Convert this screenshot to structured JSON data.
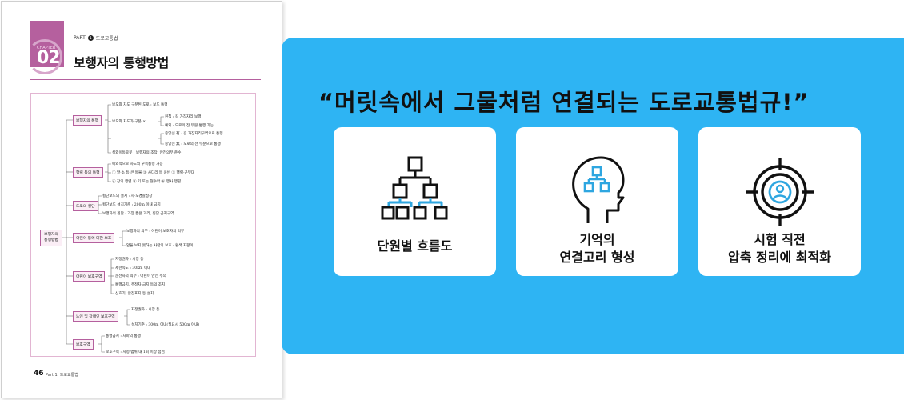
{
  "book": {
    "part_label": "PART",
    "part_number": "1",
    "part_name": "도로교통법",
    "chapter_sub": "CHAPTER",
    "chapter_number": "02",
    "chapter_title": "보행자의 통행방법",
    "page_number": "46",
    "footer_text": "Part 1. 도로교통법",
    "tree": {
      "root": "보행자의 통행방법",
      "branches": [
        "보행자의 통행",
        "행렬 등의 통행",
        "도로의 횡단",
        "어린이 등에 대한 보호",
        "어린이 보호구역",
        "노인 및 장애인 보호구역",
        "보호구역"
      ],
      "leaves": [
        "보도와 차도 구분된 도로 : 보도 통행",
        "보도와 차도가 구분 ×",
        "원칙 : 길 가장자리 보행",
        "예외 : 도로의 전 부분 통행 가능",
        "중앙선 有 : 길 가장자리구역으로 통행",
        "중앙선 無 : 도로의 전 부분으로 통행",
        "실외이동로봇 : 보행자의 조작, 안전의무 준수",
        "예외적으로 차도의 우측통행 가능",
        "① 말·소 등 큰 동물  ② 사다리 등 운반  ③ 행렬·군부대",
        "④ 장의 행렬  ⑤ 기 또는 현수막  ⑥ 행사 행렬",
        "횡단보도의 설치 : 시·도경찰청장",
        "횡단보도 설치기준 : 200m 이내 금지",
        "보행자의 횡단 : 가장 짧은 거리, 횡단 금지구역",
        "보행자의 의무 : 어린이 보호자의 의무",
        "앞을 보지 못하는 사람의 보호 : 흰색 지팡이",
        "지정권자 : 시장 등",
        "제한속도 : 30km 이내",
        "운전자의 의무 : 어린이 안전 주의",
        "통행금지, 주정차 금지 등의 조치",
        "신호기, 안전표지 등 설치",
        "지정권자 : 시장 등",
        "설치기준 : 300m 이내(필요시 500m 이내)",
        "통행금지 : 차마의 통행",
        "보호구역 : 지정 범위 내 1회 이상 점검"
      ]
    }
  },
  "panel": {
    "headline": "“머릿속에서 그물처럼 연결되는 도로교통법규!”",
    "background_color": "#2eb4f3",
    "cards": [
      {
        "icon": "flowchart-icon",
        "lines": [
          "단원별 흐름도"
        ]
      },
      {
        "icon": "head-network-icon",
        "lines": [
          "기억의",
          "연결고리 형성"
        ]
      },
      {
        "icon": "target-person-icon",
        "lines": [
          "시험 직전",
          "압축 정리에 최적화"
        ]
      }
    ]
  }
}
